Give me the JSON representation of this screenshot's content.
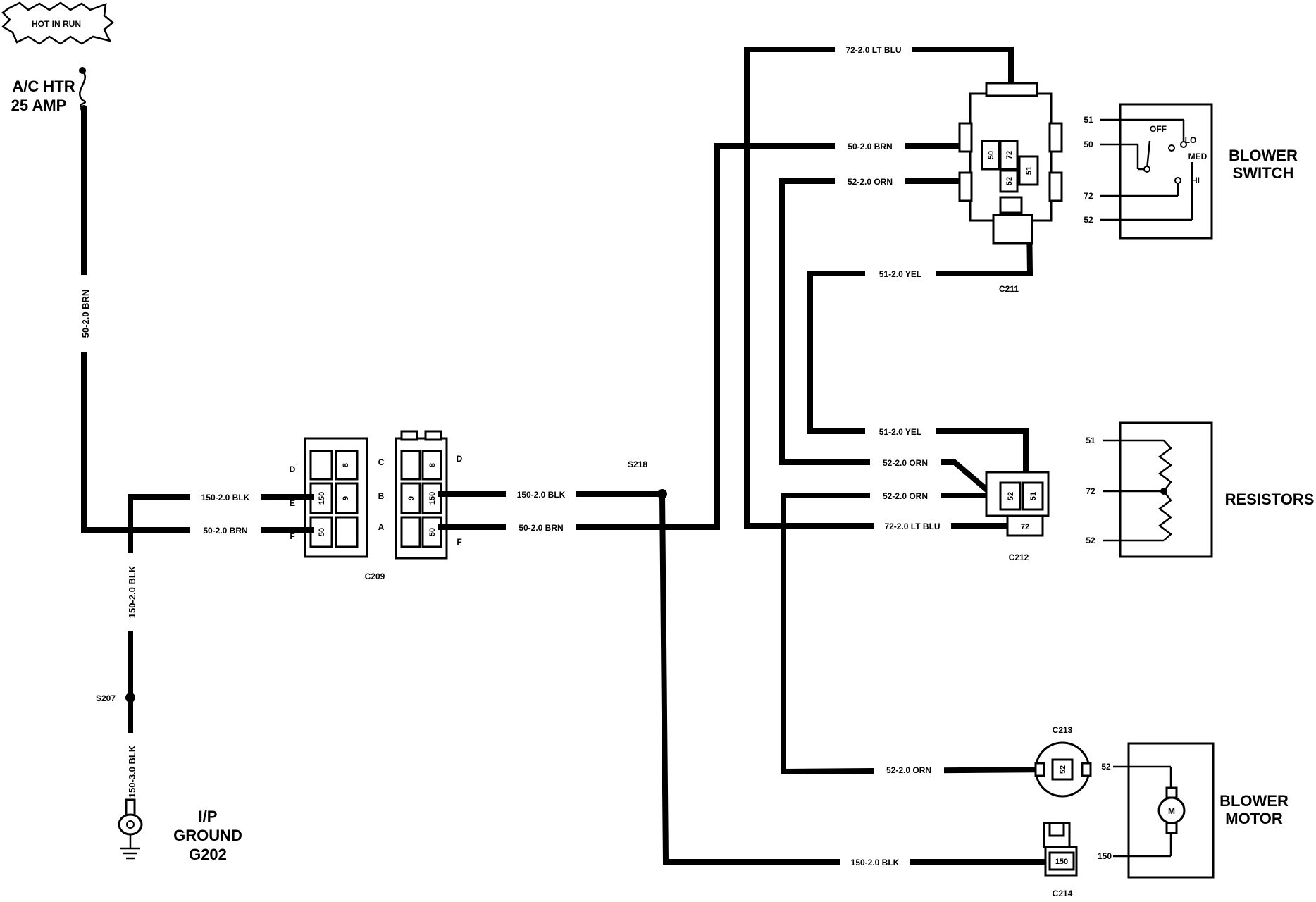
{
  "header": {
    "badge": "HOT IN RUN"
  },
  "fuse": {
    "line1": "A/C HTR",
    "line2": "25 AMP"
  },
  "ground": {
    "line1": "I/P",
    "line2": "GROUND",
    "line3": "G202"
  },
  "components": {
    "blower_switch": {
      "line1": "BLOWER",
      "line2": "SWITCH",
      "positions": [
        "OFF",
        "LO",
        "MED",
        "HI"
      ],
      "terminals": [
        "51",
        "50",
        "72",
        "52"
      ]
    },
    "resistors": {
      "label": "RESISTORS",
      "terminals": [
        "51",
        "72",
        "52"
      ]
    },
    "blower_motor": {
      "line1": "BLOWER",
      "line2": "MOTOR",
      "symbol": "M",
      "terminals": [
        "52",
        "150"
      ]
    }
  },
  "connectors": {
    "c209": {
      "name": "C209",
      "left_letters": [
        "D",
        "E",
        "F"
      ],
      "right_letters": [
        "C",
        "B",
        "A"
      ],
      "right_side_letters": [
        "D",
        "F"
      ],
      "left_cells": [
        "8",
        "150",
        "9",
        "50"
      ],
      "right_cells": [
        "8",
        "9",
        "150",
        "50"
      ]
    },
    "c211": {
      "name": "C211",
      "pins": [
        "50",
        "72",
        "52",
        "51"
      ]
    },
    "c212": {
      "name": "C212",
      "pins": [
        "52",
        "51",
        "72"
      ]
    },
    "c213": {
      "name": "C213",
      "pin": "52"
    },
    "c214": {
      "name": "C214",
      "pin": "150"
    }
  },
  "splices": {
    "s207": "S207",
    "s218": "S218"
  },
  "wires": {
    "vert_brn": "50-2.0 BRN",
    "vert_blk1": "150-2.0 BLK",
    "vert_blk2": "150-3.0 BLK",
    "c209_blk_left": "150-2.0 BLK",
    "c209_brn_left": "50-2.0 BRN",
    "c209_blk_right": "150-2.0 BLK",
    "c209_brn_right": "50-2.0 BRN",
    "top_ltblu": "72-2.0 LT BLU",
    "sw_brn": "50-2.0 BRN",
    "sw_orn": "52-2.0 ORN",
    "yel_top": "51-2.0 YEL",
    "yel_bot": "51-2.0 YEL",
    "orn_a": "52-2.0 ORN",
    "orn_b": "52-2.0 ORN",
    "ltblu_bot": "72-2.0 LT BLU",
    "motor_orn": "52-2.0 ORN",
    "motor_blk": "150-2.0 BLK"
  }
}
